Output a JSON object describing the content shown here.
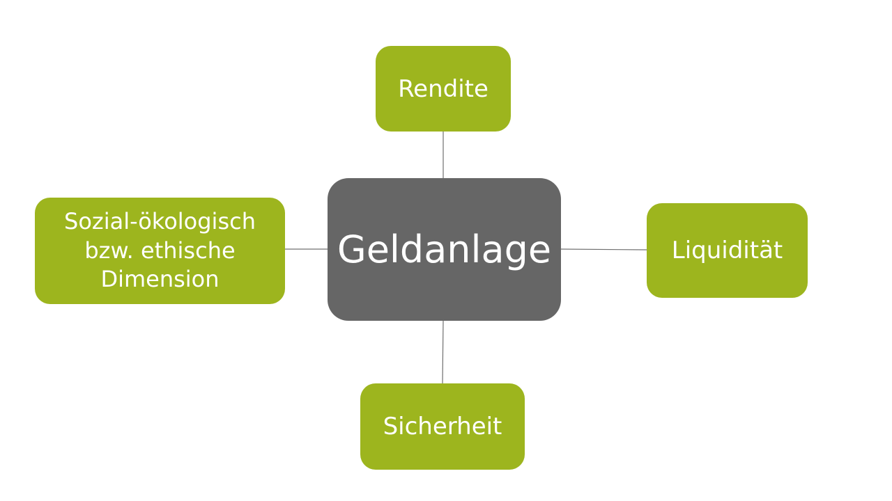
{
  "diagram": {
    "center": {
      "label": "Geldanlage",
      "color": "#666666"
    },
    "top": {
      "label": "Rendite"
    },
    "right": {
      "label": "Liquidität"
    },
    "bottom": {
      "label": "Sicherheit"
    },
    "left": {
      "label": "Sozial-ökologisch\nbzw. ethische\nDimension"
    },
    "node_color": "#9db51e"
  }
}
